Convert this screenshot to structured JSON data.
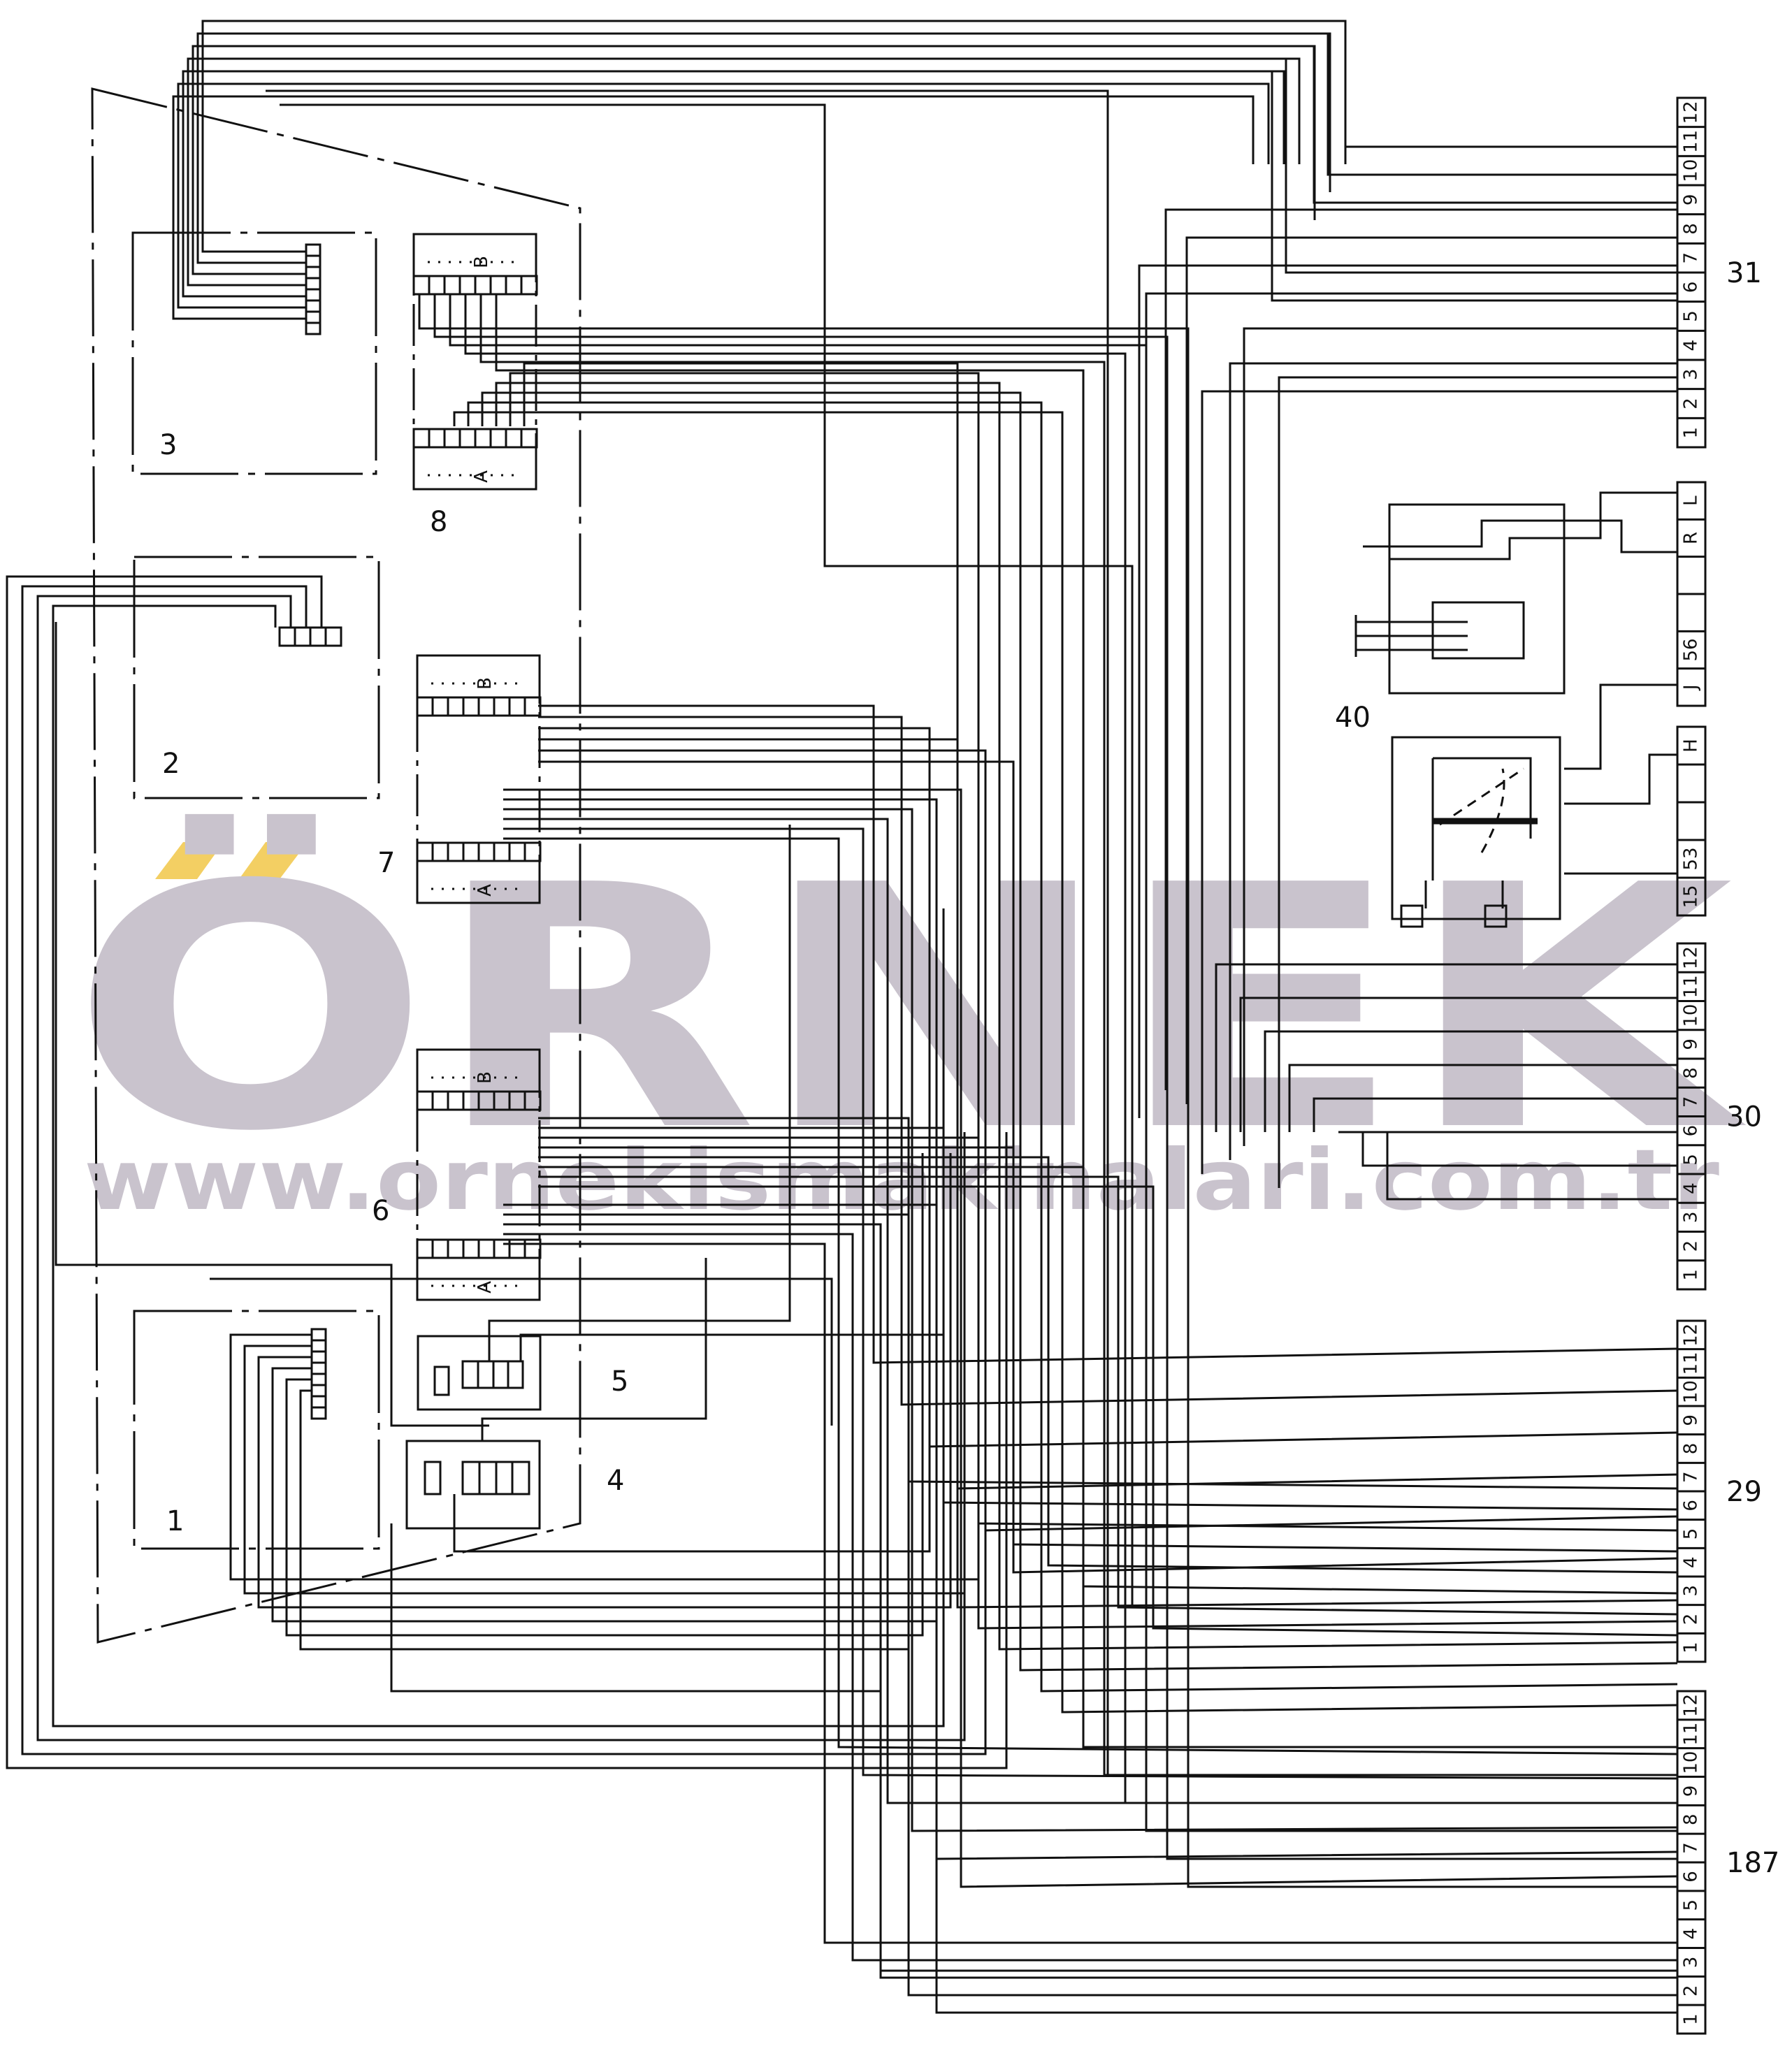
{
  "components": {
    "c1": "1",
    "c2": "2",
    "c3": "3",
    "c4": "4",
    "c5": "5",
    "c6": "6",
    "c7": "7",
    "c8": "8",
    "c40": "40"
  },
  "connectors": [
    {
      "id": "31",
      "pins": [
        "1",
        "2",
        "3",
        "4",
        "5",
        "6",
        "7",
        "8",
        "9",
        "10",
        "11",
        "12"
      ]
    },
    {
      "id": "30",
      "pins": [
        "1",
        "2",
        "3",
        "4",
        "5",
        "6",
        "7",
        "8",
        "9",
        "10",
        "11",
        "12"
      ]
    },
    {
      "id": "29",
      "pins": [
        "1",
        "2",
        "3",
        "4",
        "5",
        "6",
        "7",
        "8",
        "9",
        "10",
        "11",
        "12"
      ]
    },
    {
      "id": "187",
      "pins": [
        "1",
        "2",
        "3",
        "4",
        "5",
        "6",
        "7",
        "8",
        "9",
        "10",
        "11",
        "12"
      ]
    }
  ],
  "connector_letters": {
    "a": "A",
    "b": "B"
  },
  "switch40_pins_upper": [
    "J",
    "56",
    "",
    "",
    "R",
    "L"
  ],
  "switch40_pins_lower": [
    "15",
    "53",
    "",
    "",
    "H"
  ],
  "watermark": {
    "word": "ÖRNEK",
    "url": "www.ornekismakinalari.com.tr",
    "word_color": "#c9c3cd",
    "accent_color": "#f3cf63"
  },
  "colors": {
    "line": "#111111",
    "background": "#ffffff"
  }
}
